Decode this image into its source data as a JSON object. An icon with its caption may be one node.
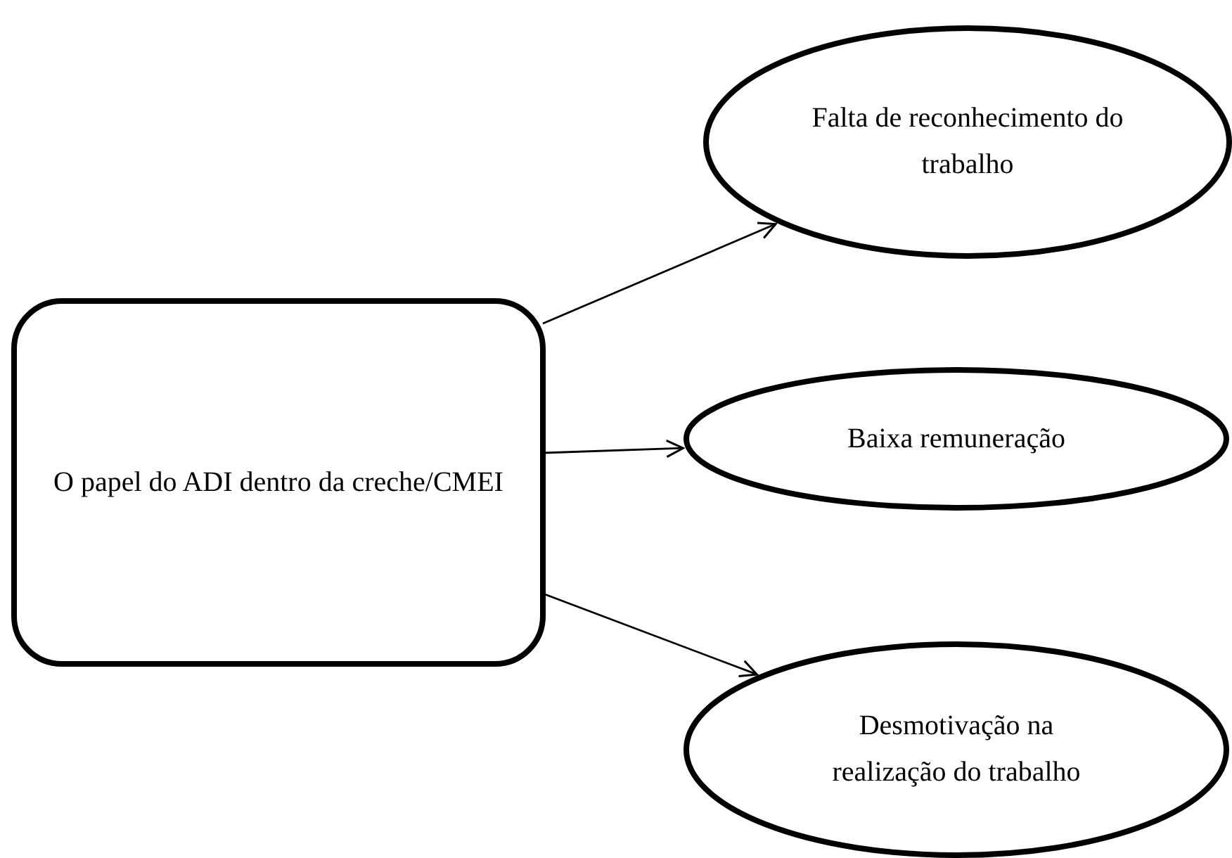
{
  "diagram": {
    "nodes": [
      {
        "text": [
          "O papel do ADI dentro da creche/CMEI"
        ]
      },
      {
        "text": [
          "Falta de reconhecimento do trabalho"
        ]
      },
      {
        "text": [
          "Baixa remuneração"
        ]
      },
      {
        "text": [
          "Desmotivação na realização do trabalho"
        ]
      }
    ],
    "edges": [
      {
        "from": 0,
        "to": 1,
        "arrow": "to"
      },
      {
        "from": 0,
        "to": 2,
        "arrow": "to"
      },
      {
        "from": 0,
        "to": 3,
        "arrow": "to"
      }
    ]
  }
}
